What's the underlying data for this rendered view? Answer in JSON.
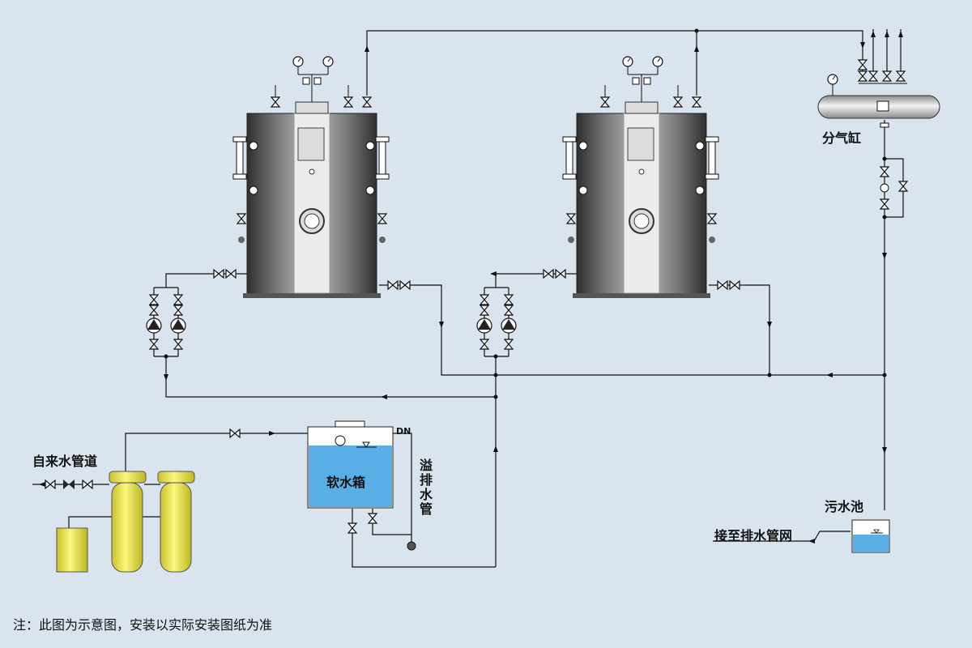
{
  "labels": {
    "tap_water_pipe": "自来水管道",
    "soft_water_tank": "软水箱",
    "overflow_drain": "溢排水管",
    "dn": "DN",
    "steam_header": "分气缸",
    "sewage_pool": "污水池",
    "to_drain_network": "接至排水管网"
  },
  "note": "注：此图为示意图，安装以实际安装图纸为准",
  "colors": {
    "background": "#d9e4ee",
    "pipe": "#111111",
    "boiler_dark": "#3a3a3a",
    "boiler_light": "#e8e8e8",
    "tank_water": "#5aaee6",
    "softener_yellow": "#f0ec5a",
    "pump": "#222222"
  }
}
